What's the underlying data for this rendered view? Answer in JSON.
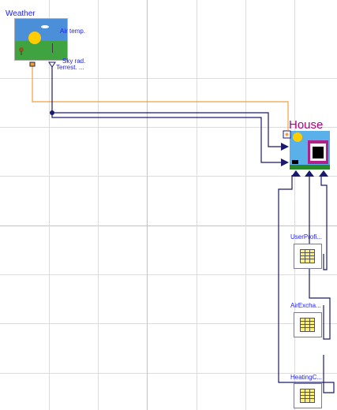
{
  "blocks": {
    "weather": {
      "title": "Weather",
      "outputs": {
        "air_temp": "Air temp.",
        "sky_rad": "Sky rad.",
        "terrestrial": "Terrest. ..."
      }
    },
    "house": {
      "title": "House"
    },
    "user_profile": {
      "title": "UserProfi..."
    },
    "air_exchange": {
      "title": "AirExcha..."
    },
    "heating_control": {
      "title": "HeatingC..."
    }
  },
  "colors": {
    "grid": "#dcdcdc",
    "connection_blue": "#1a1a6e",
    "connection_orange": "#f0a040",
    "label_blue": "#1c1cff",
    "house_title": "#b0007c"
  }
}
